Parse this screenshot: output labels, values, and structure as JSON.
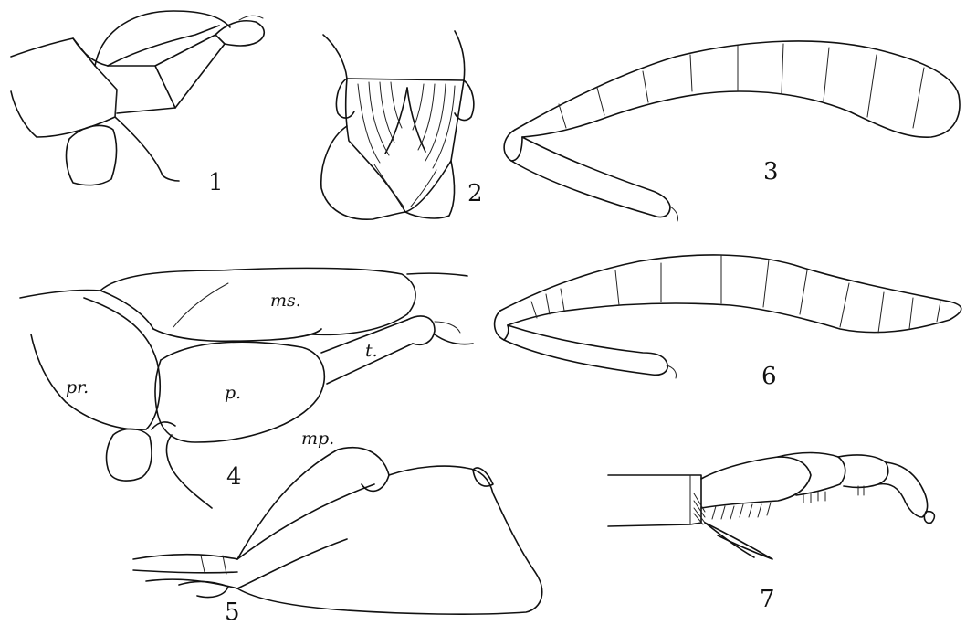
{
  "figures": [
    {
      "number": "1"
    },
    {
      "number": "2"
    },
    {
      "number": "3"
    },
    {
      "number": "4",
      "labels": {
        "ms": "ms.",
        "t": "t.",
        "pr": "pr.",
        "p": "p.",
        "mp": "mp."
      }
    },
    {
      "number": "5"
    },
    {
      "number": "6"
    },
    {
      "number": "7"
    }
  ]
}
